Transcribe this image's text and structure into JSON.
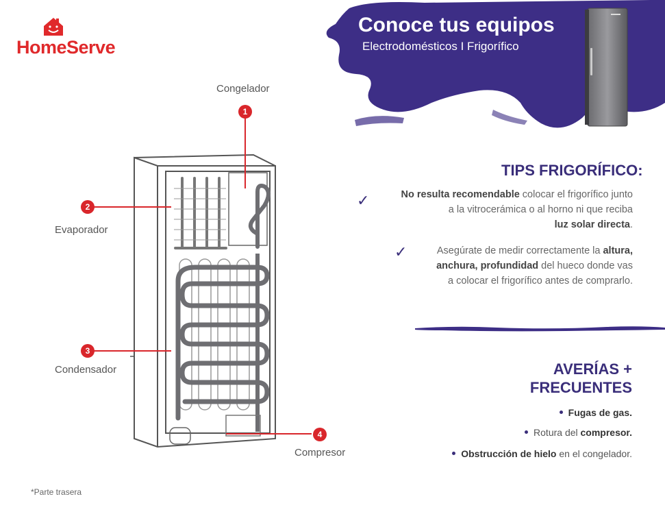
{
  "brand": {
    "name": "HomeServe",
    "color": "#e0292b"
  },
  "header": {
    "title": "Conoce tus equipos",
    "subtitle": "Electrodomésticos I Frigorífico",
    "splash_color": "#3d2e86"
  },
  "diagram": {
    "parts": [
      {
        "number": "1",
        "label": "Congelador"
      },
      {
        "number": "2",
        "label": "Evaporador"
      },
      {
        "number": "3",
        "label": "Condensador"
      },
      {
        "number": "4",
        "label": "Compresor"
      }
    ],
    "footnote": "*Parte trasera"
  },
  "tips": {
    "title": "TIPS FRIGORÍFICO:",
    "items": [
      {
        "p1_bold": "No resulta recomendable",
        "p1_rest": " colocar el frigorífico junto",
        "line2": "a la vitrocerámica o al horno ni que reciba",
        "line3_bold": "luz solar directa",
        "line3_end": "."
      },
      {
        "l1_pre": "Asegúrate de medir correctamente la ",
        "l1_bold": "altura,",
        "l2_bold": "anchura, profundidad",
        "l2_rest": " del hueco donde vas",
        "l3": "a colocar el frigorífico antes de comprarlo."
      }
    ]
  },
  "faults": {
    "title_line1": "AVERÍAS +",
    "title_line2": "FRECUENTES",
    "items": [
      {
        "bold": "Fugas de gas.",
        "pre": "",
        "post": ""
      },
      {
        "pre": "Rotura del ",
        "bold": "compresor.",
        "post": ""
      },
      {
        "pre": "",
        "bold": "Obstrucción de hielo",
        "post": " en el congelador."
      }
    ]
  },
  "colors": {
    "accent_red": "#d9262b",
    "accent_purple": "#3a2e7a"
  }
}
